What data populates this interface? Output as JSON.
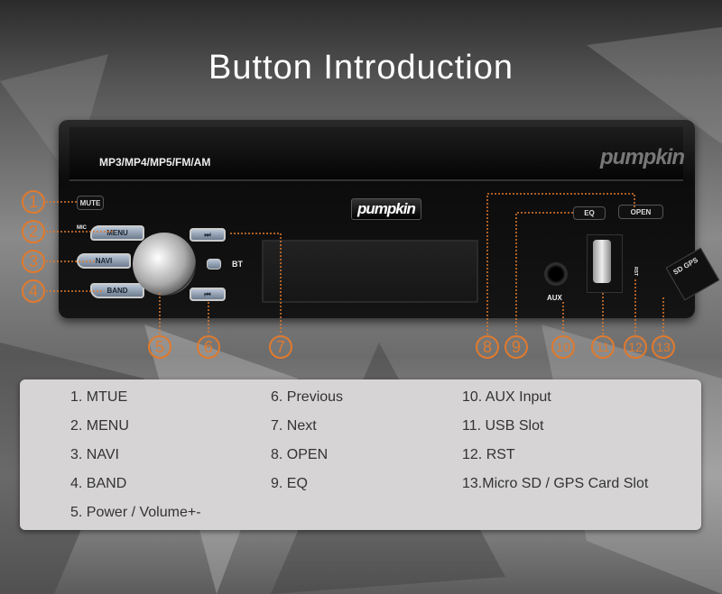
{
  "title": "Button Introduction",
  "device": {
    "format_label": "MP3/MP4/MP5/FM/AM",
    "brand": "pumpkin",
    "buttons": {
      "mute": "MUTE",
      "mic": "MIC",
      "menu": "MENU",
      "navi": "NAVI",
      "band": "BAND",
      "next": "⏭",
      "prev": "⏮",
      "bt": "BT",
      "eq": "EQ",
      "open": "OPEN",
      "aux": "AUX",
      "rst": "RST",
      "sd": "SD",
      "gps": "GPS"
    }
  },
  "callouts": [
    "1",
    "2",
    "3",
    "4",
    "5",
    "6",
    "7",
    "8",
    "9",
    "10",
    "11",
    "12",
    "13"
  ],
  "legend": {
    "col1": [
      "1. MTUE",
      "2. MENU",
      "3. NAVI",
      "4. BAND",
      "5. Power / Volume+-"
    ],
    "col2": [
      "6. Previous",
      "7. Next",
      "8. OPEN",
      "9. EQ"
    ],
    "col3": [
      "10. AUX Input",
      "11. USB Slot",
      "12. RST",
      "13.Micro SD / GPS Card Slot"
    ]
  },
  "colors": {
    "accent": "#e07a2e",
    "panel": "#d6d4d5"
  }
}
